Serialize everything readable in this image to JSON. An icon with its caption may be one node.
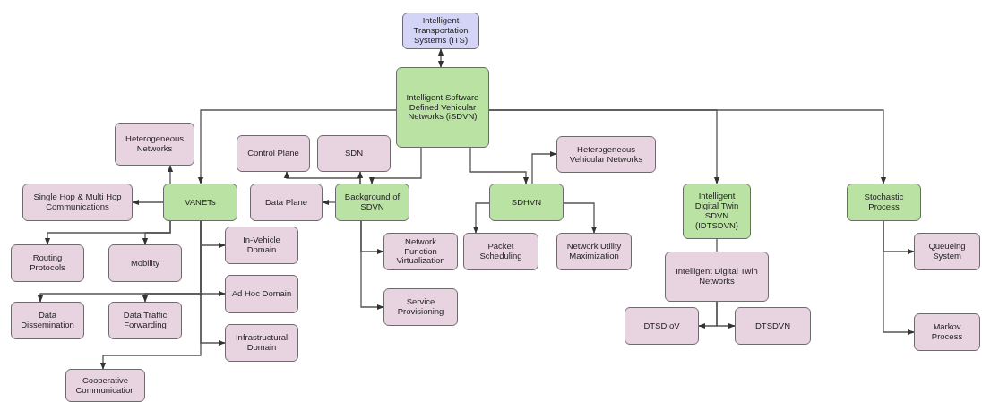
{
  "diagram": {
    "nodes": [
      {
        "text": [
          "Intelligent Transportation Systems (ITS)"
        ]
      },
      {
        "text": [
          "Intelligent Software Defined Vehicular Networks (iSDVN)"
        ]
      },
      {
        "text": [
          "Heterogeneous Networks"
        ]
      },
      {
        "text": [
          "Control Plane"
        ]
      },
      {
        "text": [
          "SDN"
        ]
      },
      {
        "text": [
          "Heterogeneous Vehicular Networks"
        ]
      },
      {
        "text": [
          "Single Hop & Multi Hop Communications"
        ]
      },
      {
        "text": [
          "VANETs"
        ]
      },
      {
        "text": [
          "Data Plane"
        ]
      },
      {
        "text": [
          "Background of SDVN"
        ]
      },
      {
        "text": [
          "SDHVN"
        ]
      },
      {
        "text": [
          "Intelligent Digital Twin SDVN (IDTSDVN)"
        ]
      },
      {
        "text": [
          "Stochastic Process"
        ]
      },
      {
        "text": [
          "Routing Protocols"
        ]
      },
      {
        "text": [
          "Mobility"
        ]
      },
      {
        "text": [
          "In-Vehicle Domain"
        ]
      },
      {
        "text": [
          "Network Function Virtualization"
        ]
      },
      {
        "text": [
          "Packet Scheduling"
        ]
      },
      {
        "text": [
          "Network Utility Maximization"
        ]
      },
      {
        "text": [
          "Intelligent Digital Twin Networks"
        ]
      },
      {
        "text": [
          "Queueing System"
        ]
      },
      {
        "text": [
          "Ad Hoc Domain"
        ]
      },
      {
        "text": [
          "Data Dissemination"
        ]
      },
      {
        "text": [
          "Data Traffic Forwarding"
        ]
      },
      {
        "text": [
          "Service Provisioning"
        ]
      },
      {
        "text": [
          "DTSDIoV"
        ]
      },
      {
        "text": [
          "DTSDVN"
        ]
      },
      {
        "text": [
          "Infrastructural Domain"
        ]
      },
      {
        "text": [
          "Markov Process"
        ]
      },
      {
        "text": [
          "Cooperative Communication"
        ]
      }
    ],
    "edges": [
      {
        "from": 0,
        "to": 1,
        "arrow": "both"
      },
      {
        "from": 1,
        "to": 7,
        "arrow": "to"
      },
      {
        "from": 1,
        "to": 9,
        "arrow": "to"
      },
      {
        "from": 1,
        "to": 10,
        "arrow": "to"
      },
      {
        "from": 1,
        "to": 11,
        "arrow": "to"
      },
      {
        "from": 1,
        "to": 12,
        "arrow": "to"
      },
      {
        "from": 7,
        "to": 2,
        "arrow": "to"
      },
      {
        "from": 7,
        "to": 6,
        "arrow": "to"
      },
      {
        "from": 9,
        "to": 8,
        "arrow": "to"
      },
      {
        "from": 9,
        "to": 3,
        "arrow": "to"
      },
      {
        "from": 9,
        "to": 4,
        "arrow": "to"
      },
      {
        "from": 10,
        "to": 5,
        "arrow": "to"
      },
      {
        "from": 10,
        "to": 17,
        "arrow": "to"
      },
      {
        "from": 10,
        "to": 18,
        "arrow": "to"
      },
      {
        "from": 7,
        "to": 13,
        "arrow": "to"
      },
      {
        "from": 7,
        "to": 14,
        "arrow": "to"
      },
      {
        "from": 7,
        "to": 15,
        "arrow": "to"
      },
      {
        "from": 7,
        "to": 21,
        "arrow": "to"
      },
      {
        "from": 7,
        "to": 27,
        "arrow": "to"
      },
      {
        "from": 7,
        "to": 22,
        "arrow": "to"
      },
      {
        "from": 7,
        "to": 23,
        "arrow": "to"
      },
      {
        "from": 7,
        "to": 29,
        "arrow": "to"
      },
      {
        "from": 9,
        "to": 16,
        "arrow": "to"
      },
      {
        "from": 9,
        "to": 24,
        "arrow": "to"
      },
      {
        "from": 11,
        "to": 19,
        "arrow": "none"
      },
      {
        "from": 19,
        "to": 25,
        "arrow": "to"
      },
      {
        "from": 19,
        "to": 26,
        "arrow": "to"
      },
      {
        "from": 12,
        "to": 20,
        "arrow": "to"
      },
      {
        "from": 12,
        "to": 28,
        "arrow": "to"
      }
    ]
  }
}
